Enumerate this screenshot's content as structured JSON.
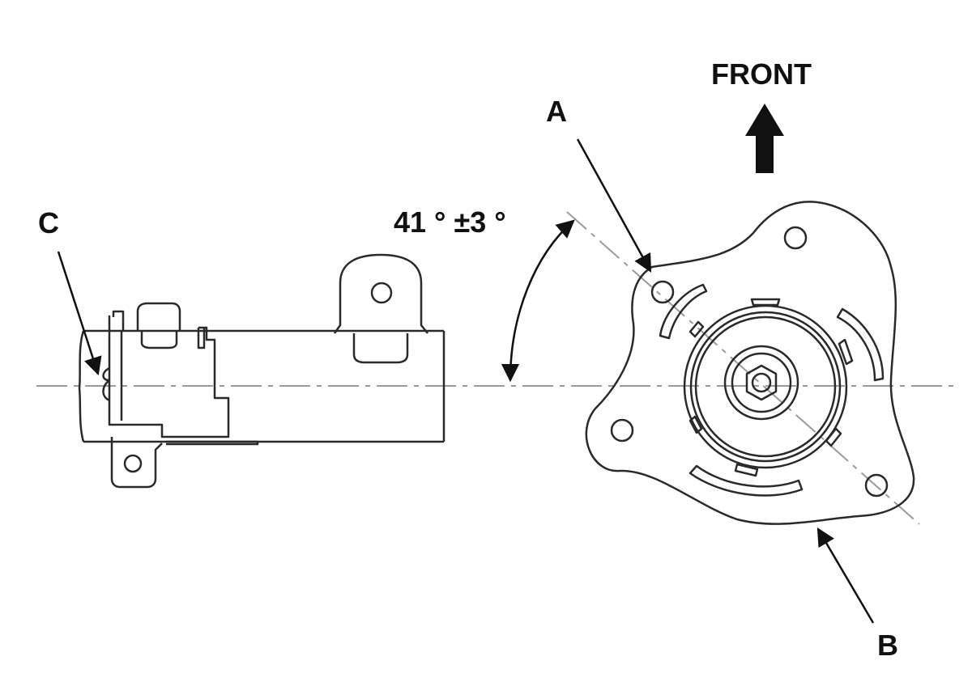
{
  "labels": {
    "front": "FRONT",
    "a": "A",
    "b": "B",
    "c": "C",
    "angle": "41 ° ±3 °"
  },
  "colors": {
    "line": "#2a2a2a",
    "centerline": "#9a9a9a",
    "arrow": "#111111"
  }
}
